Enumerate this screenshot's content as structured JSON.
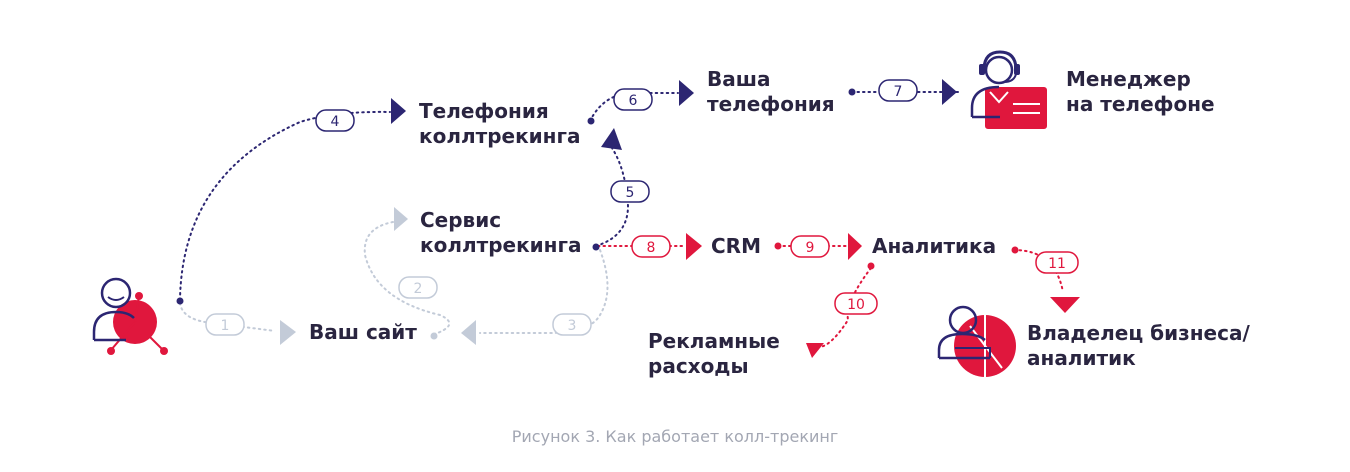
{
  "colors": {
    "navy": "#2c2672",
    "red": "#e0173d",
    "gray": "#c3cbd8",
    "text": "#2a2540",
    "caption": "#a3a7b3"
  },
  "nodes": {
    "telephony_ct": [
      "Телефония",
      "коллтрекинга"
    ],
    "your_telephony": [
      "Ваша",
      "телефония"
    ],
    "manager": [
      "Менеджер",
      "на телефоне"
    ],
    "service": [
      "Сервис",
      "коллтрекинга"
    ],
    "site": "Ваш сайт",
    "crm": "CRM",
    "analytics": "Аналитика",
    "ads": [
      "Рекламные",
      "расходы"
    ],
    "owner": [
      "Владелец бизнеса/",
      "аналитик"
    ]
  },
  "steps": [
    "1",
    "2",
    "3",
    "4",
    "5",
    "6",
    "7",
    "8",
    "9",
    "10",
    "11"
  ],
  "icons": [
    "visitor-icon",
    "call-center-operator-icon",
    "business-owner-icon"
  ],
  "caption": "Рисунок 3. Как работает колл-трекинг"
}
